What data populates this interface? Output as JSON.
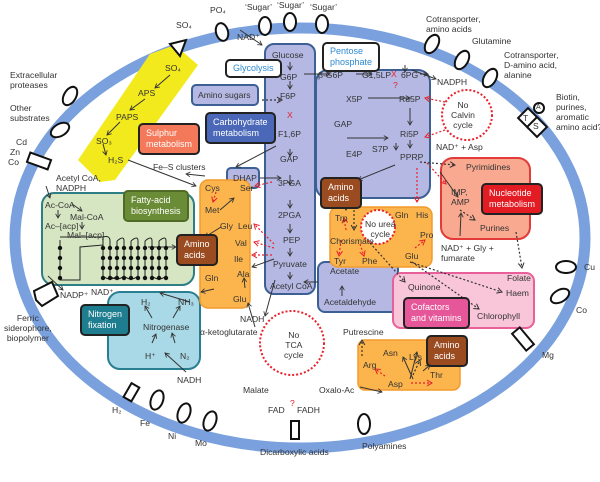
{
  "colors": {
    "membrane": "#6f98d8",
    "glycolysis_box": "#b4b8e3",
    "glycolysis_border": "#3c5f94",
    "sulphur_bg": "#f4ee1a",
    "sulphur_tag": "#f3795a",
    "carbohydrate_tag": "#4a68b7",
    "fatty_bg": "#d6e6c2",
    "fatty_border": "#2e7e86",
    "fatty_tag": "#6b8c37",
    "amino_bg": "#fbb54c",
    "amino_border": "#f39a2c",
    "amino_tag": "#9a4b20",
    "nucleotide_bg": "#f8a990",
    "nucleotide_border": "#e33a3a",
    "nucleotide_tag": "#e31b23",
    "cofactor_bg": "#f8c6d8",
    "cofactor_border": "#e8609a",
    "cofactor_tag": "#e6579a",
    "nitrogen_bg": "#a9d9e6",
    "nitrogen_border": "#2a7e92",
    "nitrogen_tag": "#1f7d90",
    "missing": "#e8212b"
  },
  "transporters": {
    "so4": "SO₄",
    "po4": "PO₄",
    "sugar1": "‘Sugar’",
    "sugar2": "‘Sugar’",
    "sugar3": "‘Sugar’",
    "cotransporter_aa": "Cotransporter,\namino acids",
    "glutamine": "Glutamine",
    "cotransporter_d": "Cotransporter,\nD-amino acid,\nalanine",
    "biotin": "Biotin,\npurines,\naromatic\namino acid?",
    "extracellular": "Extracellular\nproteases",
    "other": "Other\nsubstrates",
    "cd": "Cd",
    "zn": "Zn",
    "co_left": "Co",
    "ferric": "Ferric\nsiderophore,\nbiopolymer",
    "h2": "H₂",
    "fe": "Fe",
    "ni": "Ni",
    "mo": "Mo",
    "dicarboxylic": "Dicarboxylic acids",
    "polyamines": "Polyamines",
    "cu": "Cu",
    "co_right": "Co",
    "mg": "Mg",
    "ecf_t": "T",
    "ecf_s": "S",
    "ecf_a": "A"
  },
  "glycolysis": {
    "tag": "Glycolysis",
    "nad": "NAD⁺",
    "steps": [
      "Glucose",
      "G6P",
      "F6P",
      "X",
      "F1,6P",
      "GAP",
      "3PGA",
      "2PGA",
      "PEP",
      "Pyruvate",
      "Acetyl CoA"
    ],
    "dhap": "DHAP",
    "amino_sugars": "Amino sugars",
    "carbohydrate_tag": "Carbohydrate\nmetabolism",
    "acetate": "Acetate",
    "acetaldehyde": "Acetaldehyde"
  },
  "pentose": {
    "tag": "Pentose\nphosphate",
    "b_g6p": "β-G6P",
    "g15lp": "G1,5LP",
    "x": "X",
    "q": "?",
    "pg6": "6PG",
    "x5p": "X5P",
    "ru5p": "Ru5P",
    "gap": "GAP",
    "ri5p": "Ri5P",
    "s7p": "S7P",
    "e4p": "E4P",
    "pprp": "PPRP",
    "nadph": "NADPH",
    "no_calvin": "No\nCalvin\ncycle",
    "nad_asp": "NAD⁺ + Asp"
  },
  "sulphur": {
    "steps": [
      "SO₄",
      "APS",
      "PAPS",
      "SO₃",
      "H₂S"
    ],
    "tag": "Sulphur\nmetabolism",
    "fe_s": "Fe–S clusters"
  },
  "fatty": {
    "input": "Acetyl CoA,\nNADPH",
    "tag": "Fatty-acid\nbiosynthesis",
    "ac_coa": "Ac-CoA",
    "mal_coa": "Mal-CoA",
    "ac_acp": "Ac–[acp]",
    "mal_acp": "Mal–[acp]",
    "nadp": "NADP⁺",
    "nad": "NAD⁺"
  },
  "amino_left": {
    "tag": "Amino\nacids",
    "items": [
      "Cys",
      "Ser",
      "Met",
      "Gly",
      "Leu",
      "Val",
      "Ile",
      "Ala",
      "Gln",
      "Glu"
    ],
    "akg": "α-ketoglutarate",
    "nadh": "NADH"
  },
  "amino_center": {
    "tag": "Amino\nacids",
    "trp": "Trp",
    "no_urea": "No urea\ncycle",
    "gln": "Gln",
    "his": "His",
    "pro": "Pro",
    "chorismate": "Chorismate",
    "tyr": "Tyr",
    "phe": "Phe",
    "glu": "Glu"
  },
  "nucleotide": {
    "tag": "Nucleotide\nmetabolism",
    "pyrimidines": "Pyrimidines",
    "imp_amp": "IMP,\nAMP",
    "purines": "Purines",
    "input": "NAD⁺ + Gly +\nfumarate"
  },
  "cofactors": {
    "tag": "Cofactors\nand vitamins",
    "quinone": "Quinone",
    "folate": "Folate",
    "haem": "Haem",
    "chlorophyll": "Chlorophyll"
  },
  "nitrogen": {
    "tag": "Nitrogen\nfixation",
    "h2": "H₂",
    "nh3": "NH₃",
    "nitrogenase": "Nitrogenase",
    "h": "H⁺",
    "n2": "N₂",
    "nadh": "NADH"
  },
  "tca": {
    "no_tca": "No\nTCA\ncycle",
    "malate": "Malate",
    "fad": "FAD",
    "fadh": "FADH",
    "q": "?",
    "oxalo": "Oxalo-Ac"
  },
  "amino_bottom": {
    "tag": "Amino\nacids",
    "putrescine": "Putrescine",
    "arg": "Arg",
    "asn": "Asn",
    "lys": "Lys",
    "thr": "Thr",
    "asp": "Asp"
  }
}
